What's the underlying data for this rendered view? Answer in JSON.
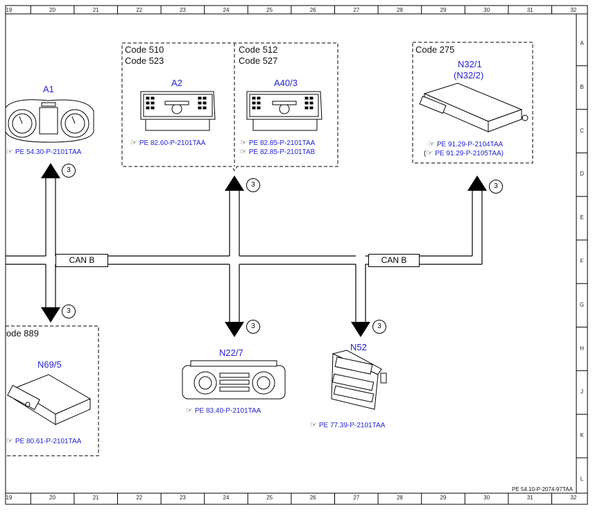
{
  "grid": {
    "columns": [
      "19",
      "20",
      "21",
      "22",
      "23",
      "24",
      "25",
      "26",
      "27",
      "28",
      "29",
      "30",
      "31",
      "32"
    ],
    "rows": [
      "A",
      "B",
      "C",
      "D",
      "E",
      "F",
      "G",
      "H",
      "J",
      "K",
      "L"
    ]
  },
  "bus_labels": [
    "CAN B",
    "CAN B"
  ],
  "connector_number": "3",
  "components": {
    "a1": {
      "name": "A1",
      "ref": "PE 54.30-P-2101TAA"
    },
    "a2": {
      "name": "A2",
      "ref": "PE 82.60-P-2101TAA"
    },
    "a40": {
      "name": "A40/3",
      "refs": [
        "PE 82.85-P-2101TAA",
        "PE 82.85-P-2101TAB"
      ]
    },
    "n32": {
      "name": "N32/1",
      "name_alt": "(N32/2)",
      "refs": [
        "PE 91.29-P-2104TAA",
        "PE 91.29-P-2105TAA)"
      ],
      "ref_prefix": "("
    },
    "n69": {
      "name": "N69/5",
      "ref": "PE 80.61-P-2101TAA"
    },
    "n22": {
      "name": "N22/7",
      "ref": "PE 83.40-P-2101TAA"
    },
    "n52": {
      "name": "N52",
      "ref": "PE 77.39-P-2101TAA"
    }
  },
  "code_boxes": {
    "left_audio": [
      "Code 510",
      "Code 523"
    ],
    "right_audio": [
      "Code 512",
      "Code 527"
    ],
    "n32": [
      "Code 275"
    ],
    "n69": [
      "ode 889"
    ]
  },
  "doc_ref": "PE 54.10-P-2074-97TAA"
}
